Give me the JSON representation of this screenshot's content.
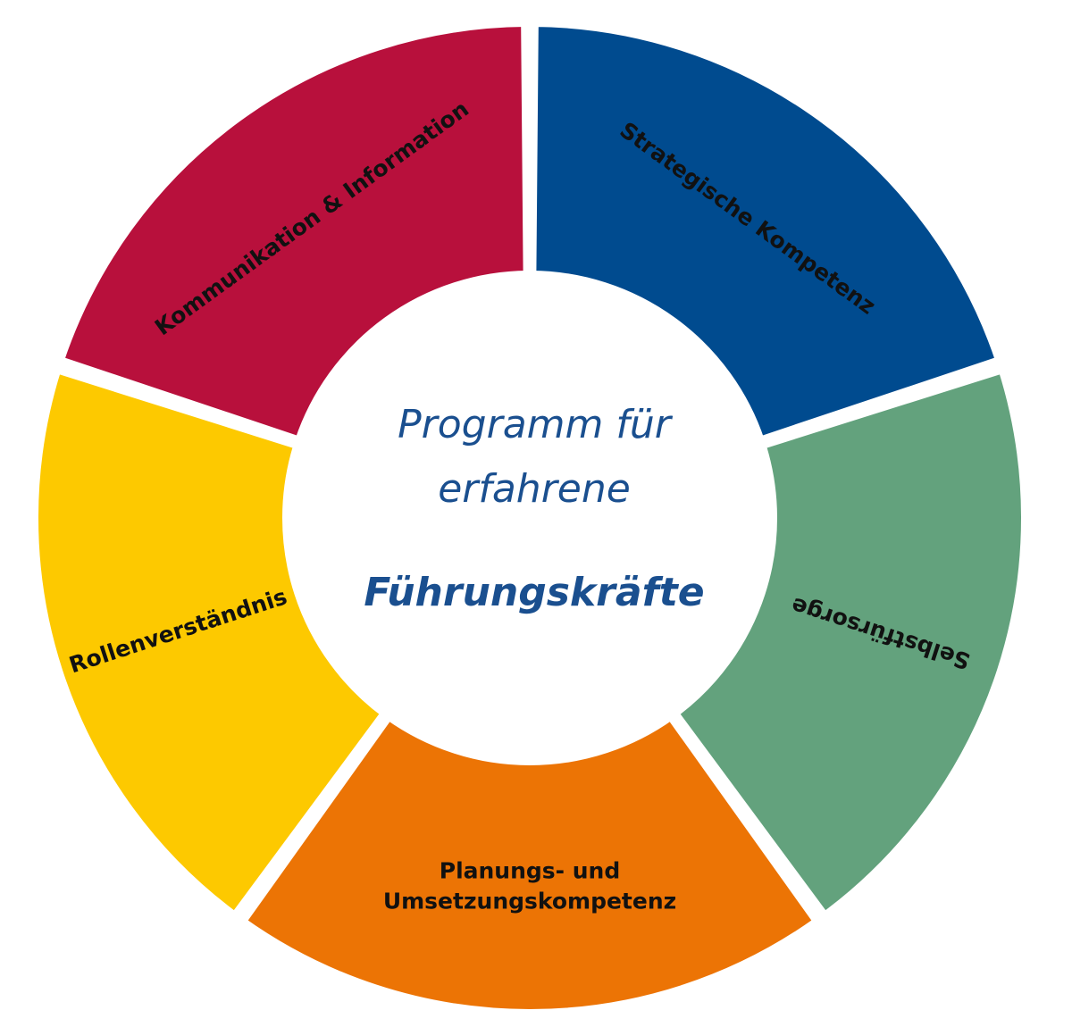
{
  "center": {
    "lines": [
      "Programm für",
      "erfahrene"
    ],
    "highlight": "Führungskräfte",
    "text_color": "#1a4f8f"
  },
  "segments": [
    {
      "id": "strategische-kompetenz",
      "lines": [
        "Strategische Kompetenz"
      ],
      "color": "#004b8f"
    },
    {
      "id": "selbstfuersorge",
      "lines": [
        "Selbstfürsorge"
      ],
      "color": "#63a27d"
    },
    {
      "id": "planung-umsetzung",
      "lines": [
        "Planungs- und",
        "Umsetzungskompetenz"
      ],
      "color": "#ec7405"
    },
    {
      "id": "rollenverstaendnis",
      "lines": [
        "Rollenverständnis"
      ],
      "color": "#fdc900"
    },
    {
      "id": "kommunikation-information",
      "lines": [
        "Kommunikation & Information"
      ],
      "color": "#b8103c"
    }
  ]
}
